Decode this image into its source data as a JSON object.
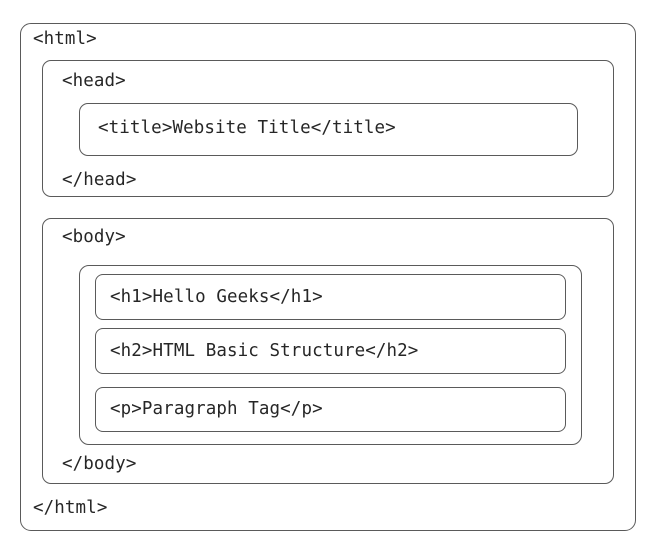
{
  "diagram": {
    "title": "HTML Basic Structure",
    "background_color": "#ffffff",
    "border_color": "#5a5a5a",
    "text_color": "#262626",
    "root": {
      "open_tag": "<html>",
      "close_tag": "</html>",
      "name": "html-element"
    },
    "head": {
      "open_tag": "<head>",
      "close_tag": "</head>",
      "name": "head-element",
      "children": [
        {
          "name": "title-element",
          "content": "<title>Website Title</title>"
        }
      ]
    },
    "body": {
      "open_tag": "<body>",
      "close_tag": "</body>",
      "name": "body-element",
      "children": [
        {
          "name": "h1-element",
          "content": "<h1>Hello Geeks</h1>"
        },
        {
          "name": "h2-element",
          "content": "<h2>HTML Basic Structure</h2>"
        },
        {
          "name": "p-element",
          "content": "<p>Paragraph Tag</p>"
        }
      ]
    }
  }
}
